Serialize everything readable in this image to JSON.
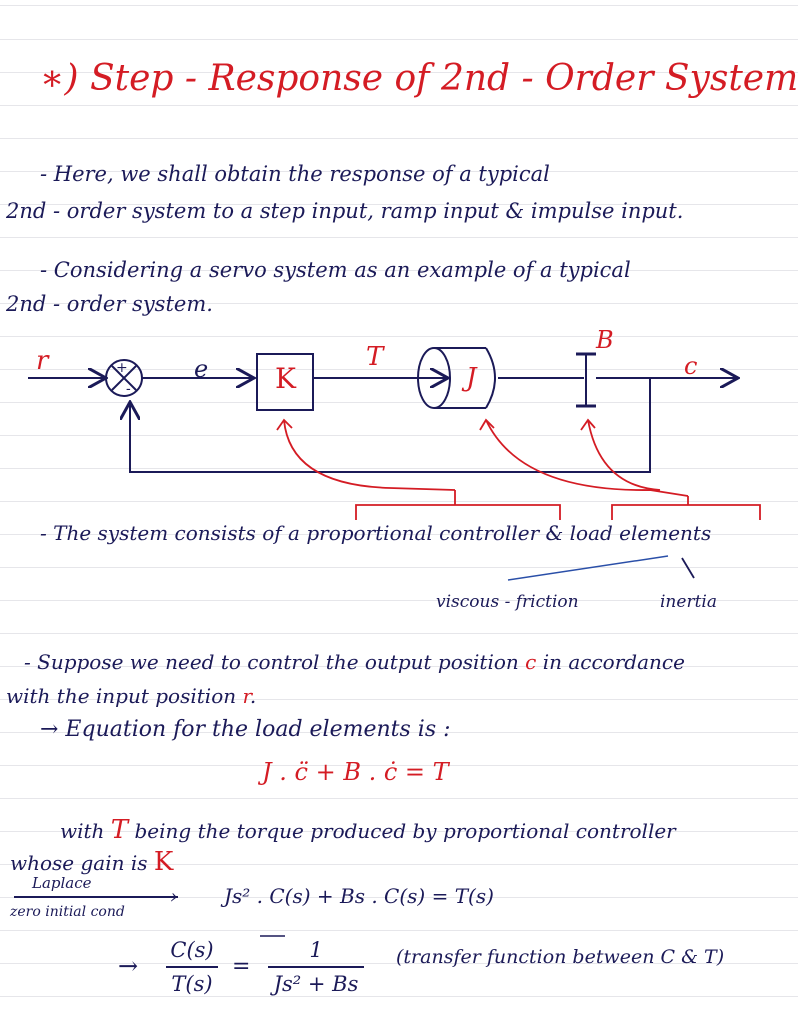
{
  "title": "∗) Step - Response of 2nd - Order System",
  "paragraphs": {
    "p1_line1": "- Here, we shall obtain the response of a typical",
    "p1_line2": "2nd - order system to a step input, ramp input & impulse input.",
    "p2_line1": "- Considering a servo system as an example of a typical",
    "p2_line2": "2nd - order system."
  },
  "diagram": {
    "r": "r",
    "e": "e",
    "K": "K",
    "T": "T",
    "J": "J",
    "B": "B",
    "c": "c",
    "plus": "+",
    "minus": "-"
  },
  "consists_line": "- The system consists of a proportional controller & load elements",
  "viscous_friction": "viscous - friction",
  "inertia": "inertia",
  "suppose": {
    "line1_a": "- Suppose we need to control the output position",
    "line1_c": "c",
    "line1_b": "in accordance",
    "line2_a": "with the input position",
    "line2_r": "r",
    "line2_b": "."
  },
  "equation_intro": "→ Equation for the load elements is :",
  "load_equation": "J . c̈ + B . ċ = T",
  "with_T": {
    "a": "with",
    "T": "T",
    "b": "being the torque produced by proportional controller",
    "c": "whose gain is",
    "K": "K"
  },
  "laplace": {
    "label_top": "Laplace",
    "label_bottom": "zero initial cond",
    "equation": "Js² . C(s) + Bs . C(s) = T(s)"
  },
  "transfer": {
    "arrow": "→",
    "lhs_num": "C(s)",
    "lhs_den": "T(s)",
    "equals": "=",
    "rhs_num": "1",
    "rhs_den": "Js² + Bs",
    "note": "(transfer function between C & T)"
  }
}
